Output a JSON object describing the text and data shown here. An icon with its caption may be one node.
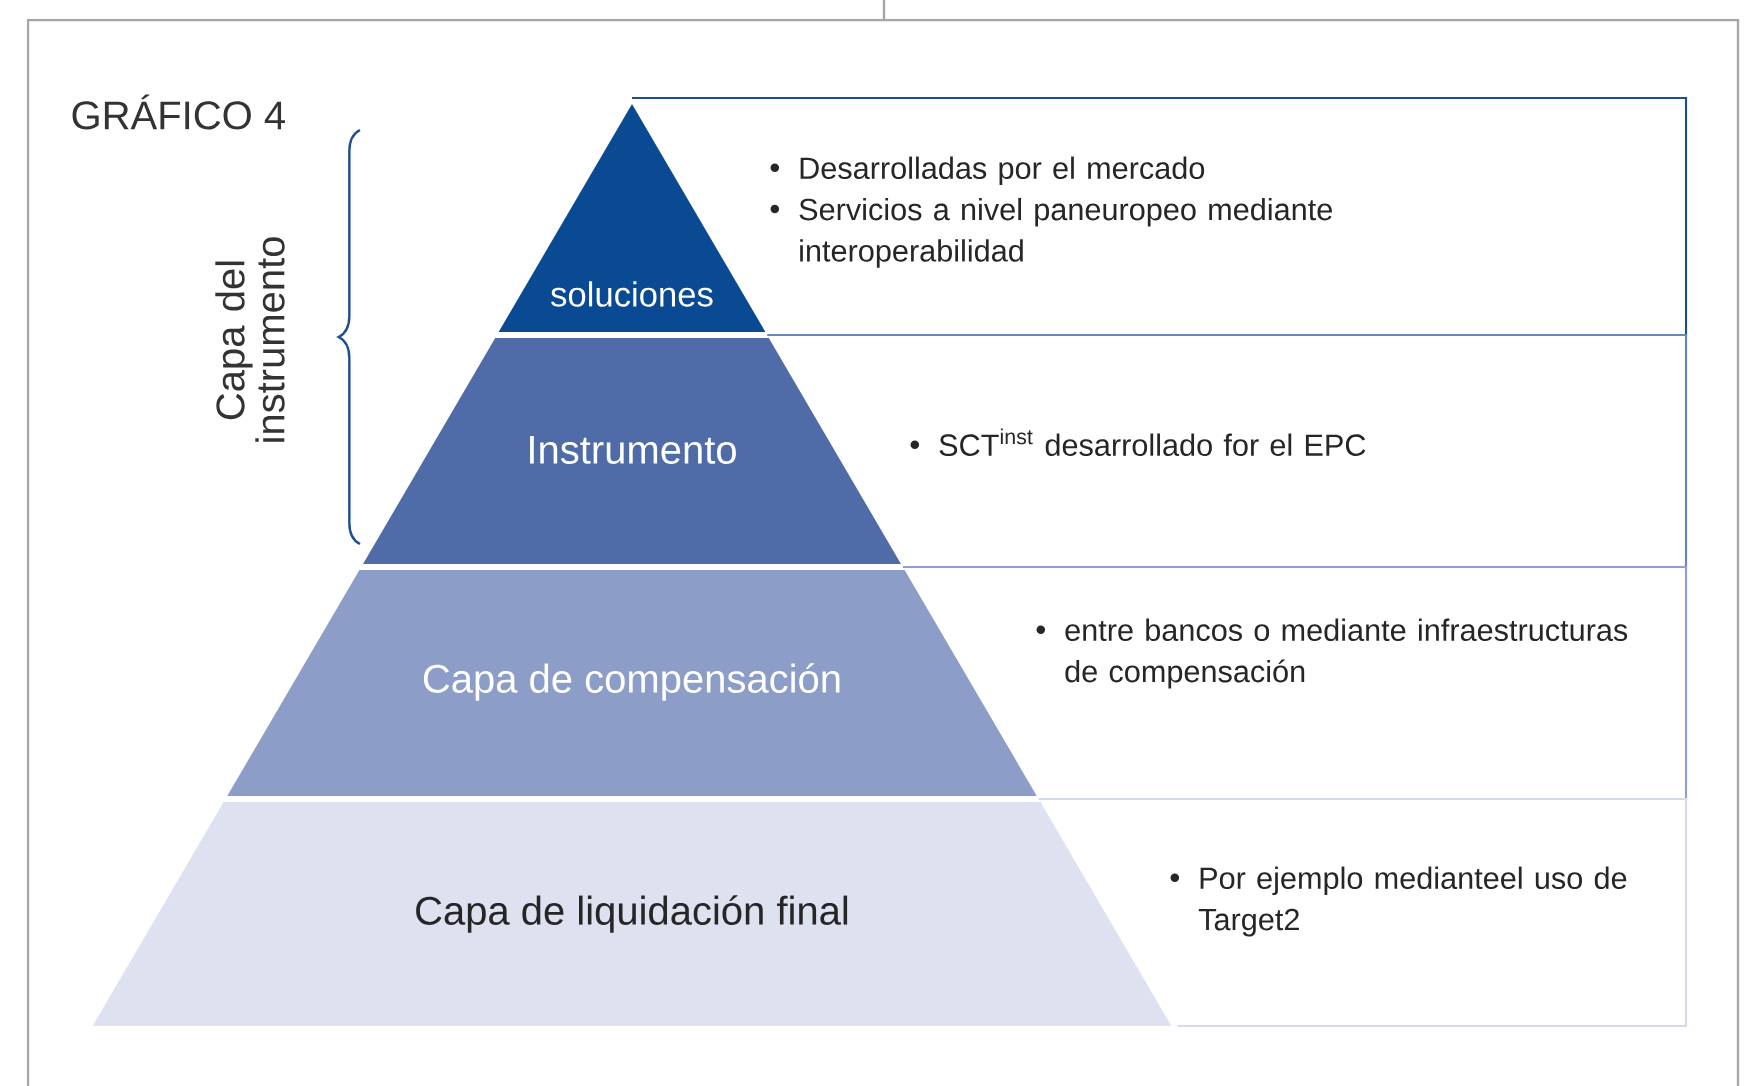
{
  "diagram": {
    "title": "GRÁFICO 4",
    "nodes": [
      {
        "text": [
          "soluciones"
        ]
      },
      {
        "text": [
          "Desarrolladas por el mercado",
          "Servicios a nivel paneuropeo mediante interoperabilidad"
        ]
      },
      {
        "text": [
          "Instrumento"
        ]
      },
      {
        "text": [
          "SCT$^{inst}$ desarrollado for el EPC"
        ]
      },
      {
        "text": [
          "Capa de compensación"
        ]
      },
      {
        "text": [
          "entre bancos o mediante infraestructuras de compensación"
        ]
      },
      {
        "text": [
          "Capa de liquidación final"
        ]
      },
      {
        "text": [
          "Por ejemplo medianteel uso de Target2"
        ]
      }
    ],
    "labels": [
      "Capa del instrumento"
    ]
  }
}
